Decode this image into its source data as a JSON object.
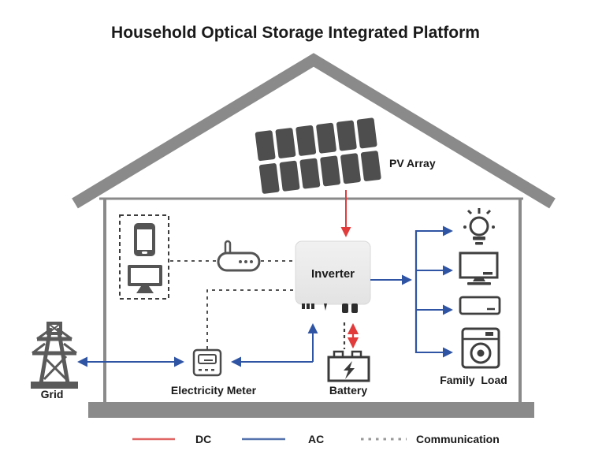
{
  "title": "Household Optical Storage Integrated Platform",
  "diagram": {
    "pv_array": {
      "label": "PV Array"
    },
    "inverter": {
      "label": "Inverter"
    },
    "electricity_meter": {
      "label": "Electricity Meter"
    },
    "battery": {
      "label": "Battery"
    },
    "family_load": {
      "label": "Family  Load"
    },
    "grid": {
      "label": "Grid"
    }
  },
  "legend": {
    "dc_label": "DC",
    "ac_label": "AC",
    "communication_label": "Communication"
  },
  "colors": {
    "dc_red": "#e23b3b",
    "dc_red_legend": "#e06464",
    "ac_blue": "#2f54a3",
    "ac_blue_legend": "#5572ad",
    "communication_dark": "#3c3c3c",
    "communication_gray_legend": "#9a9a9a",
    "house_gray": "#8a8a8a",
    "pv_panel_dark": "#4e4e4e",
    "icon_dark": "#4a4a4a"
  },
  "icons": [
    "pv-panel-icon",
    "smartphone-icon",
    "desktop-monitor-icon",
    "router-icon",
    "electricity-meter-icon",
    "battery-icon",
    "grid-tower-icon",
    "light-bulb-icon",
    "tv-icon",
    "air-conditioner-icon",
    "washing-machine-icon"
  ]
}
